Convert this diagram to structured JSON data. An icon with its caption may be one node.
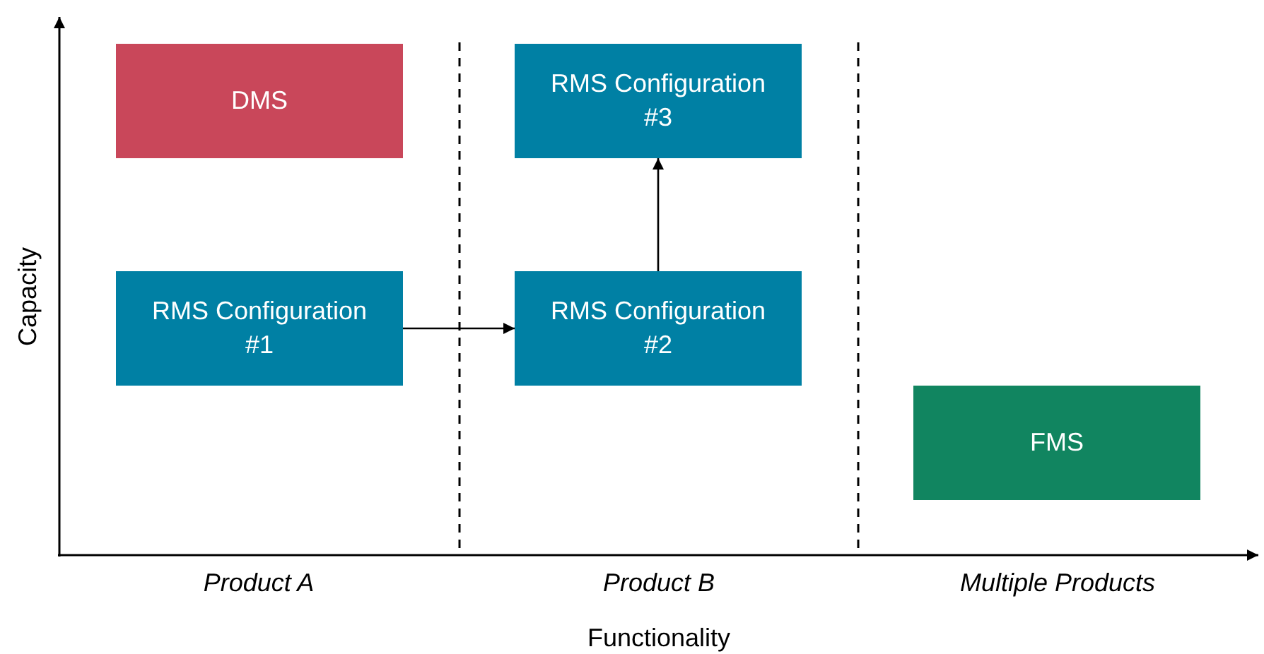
{
  "diagram": {
    "nodes": [
      {
        "text": [
          "DMS"
        ]
      },
      {
        "text": [
          "RMS Configuration #3"
        ]
      },
      {
        "text": [
          "RMS Configuration #1"
        ]
      },
      {
        "text": [
          "RMS Configuration #2"
        ]
      },
      {
        "text": [
          "FMS"
        ]
      }
    ],
    "edges": [
      {
        "from": 2,
        "to": 3,
        "arrow": "to"
      },
      {
        "from": 3,
        "to": 1,
        "arrow": "to"
      }
    ],
    "labels": [
      "Capacity",
      "Product A",
      "Product B",
      "Multiple Products",
      "Functionality"
    ]
  }
}
